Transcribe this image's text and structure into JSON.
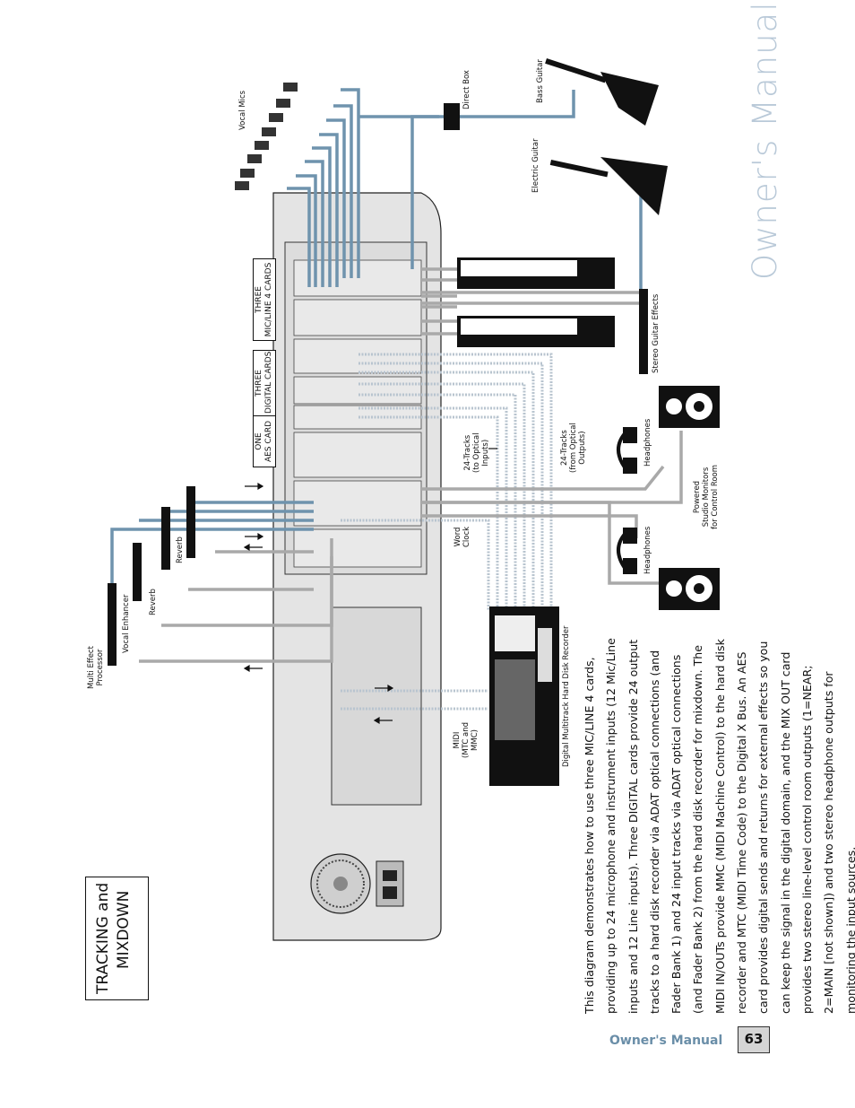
{
  "header": {
    "brand": "Owner's Manual"
  },
  "section_title": {
    "line1": "TRACKING and",
    "line2": "MIXDOWN"
  },
  "caption": "This diagram demonstrates how to use three MIC/LINE 4 cards, providing up to 24 microphone and instrument inputs (12 Mic/Line inputs and 12 Line inputs). Three DIGITAL cards provide 24 output tracks to a hard disk recorder via ADAT optical connections (and Fader Bank 1) and 24 input tracks via ADAT optical connections (and Fader Bank 2) from the hard disk recorder for mixdown. The MIDI IN/OUTs provide MMC (MIDI Machine Control) to the hard disk recorder and MTC (MIDI Time Code) to the Digital X Bus. An AES card provides digital sends and returns for external effects so you can keep the signal in the digital domain, and the MIX OUT card provides two stereo line-level control room outputs (1=NEAR; 2=MAIN [not shown]) and two stereo headphone outputs for monitoring the input sources.",
  "footer": {
    "label": "Owner's Manual",
    "page": "63"
  },
  "diagram_labels": {
    "vocal_mics": "Vocal Mics",
    "direct_box": "Direct Box",
    "bass_guitar": "Bass Guitar",
    "electric_guitar": "Electric Guitar",
    "stereo_guitar_effects": "Stereo Guitar Effects",
    "card_mic_line": "THREE\nMIC/LINE 4 CARDS",
    "card_digital": "THREE\nDIGITAL CARDS",
    "card_aes": "ONE\nAES CARD",
    "tracks_in": "24-Tracks\n(to Optical\nInputs)",
    "tracks_out": "24-Tracks\n(from Optical\nOutputs)",
    "headphones_1": "Headphones",
    "headphones_2": "Headphones",
    "studio_monitors": "Powered\nStudio Monitors\nfor Control Room",
    "word_clock": "Word\nClock",
    "midi": "MIDI\n(MTC and\nMMC)",
    "recorder": "Digital Multitrack Hard Disk Recorder",
    "multi_effect": "Multi Effect\nProcessor",
    "vocal_enhancer": "Vocal Enhancer",
    "reverb_1": "Reverb",
    "reverb_2": "Reverb"
  },
  "colors": {
    "cable_blue": "#6f93ad",
    "cable_gray": "#a9a9a9",
    "panel": "#e4e4e4",
    "brand": "#b9c9d8",
    "footer": "#6a8ea8"
  }
}
